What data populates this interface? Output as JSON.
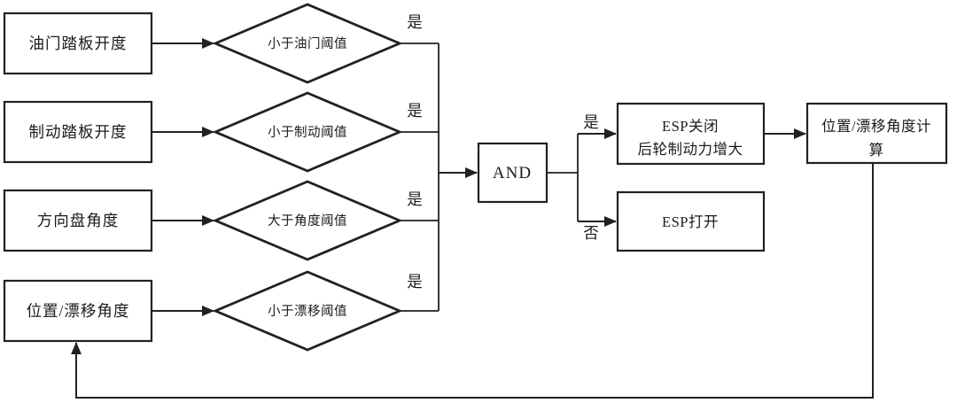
{
  "flowchart": {
    "colors": {
      "background": "#ffffff",
      "line": "#212121",
      "text": "#1b1b1b"
    },
    "inputs": [
      {
        "label": "油门踏板开度"
      },
      {
        "label": "制动踏板开度"
      },
      {
        "label": "方向盘角度"
      },
      {
        "label": "位置/漂移角度"
      }
    ],
    "decisions": [
      {
        "label": "小于油门阈值",
        "yes_label": "是"
      },
      {
        "label": "小于制动阈值",
        "yes_label": "是"
      },
      {
        "label": "大于角度阈值",
        "yes_label": "是"
      },
      {
        "label": "小于漂移阈值",
        "yes_label": "是"
      }
    ],
    "and_gate": {
      "label": "AND",
      "yes_label": "是",
      "no_label": "否"
    },
    "esp_off": {
      "line1": "ESP关闭",
      "line2": "后轮制动力增大"
    },
    "esp_on": {
      "label": "ESP打开"
    },
    "position_calc": {
      "line1": "位置/漂移角度计",
      "line2": "算"
    }
  }
}
